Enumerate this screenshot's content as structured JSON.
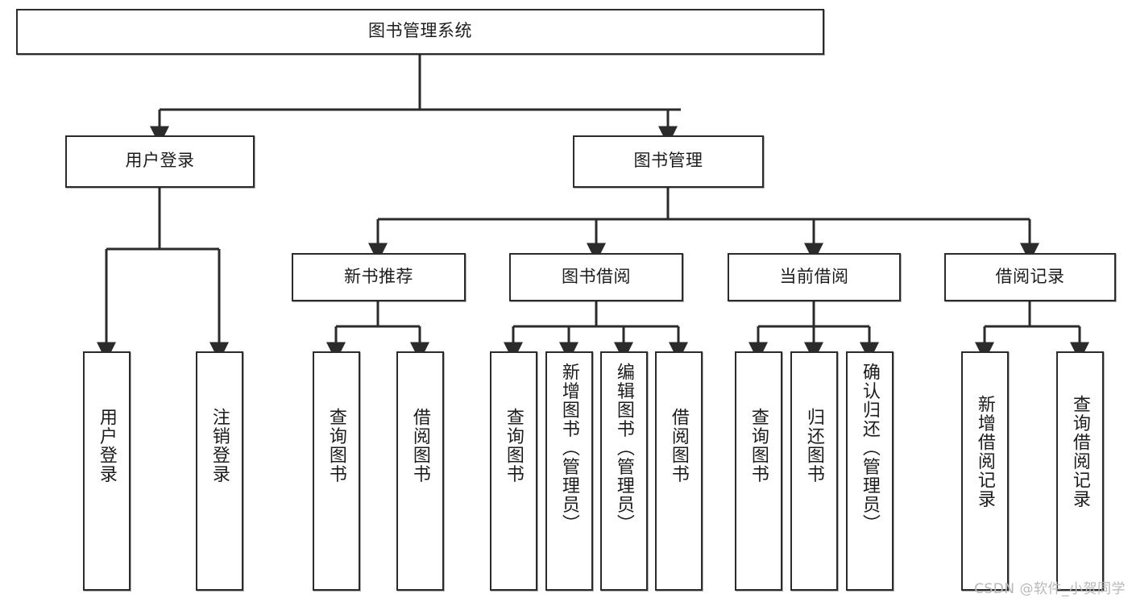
{
  "diagram": {
    "kind": "tree-structure-chart",
    "root": {
      "label": "图书管理系统"
    },
    "level2": [
      {
        "label": "用户登录"
      },
      {
        "label": "图书管理"
      }
    ],
    "level3": [
      {
        "label": "新书推荐"
      },
      {
        "label": "图书借阅"
      },
      {
        "label": "当前借阅"
      },
      {
        "label": "借阅记录"
      }
    ],
    "leaves": {
      "user_login": [
        {
          "label": "用户登录"
        },
        {
          "label": "注销登录"
        }
      ],
      "new_book_recommend": [
        {
          "label": "查询图书"
        },
        {
          "label": "借阅图书"
        }
      ],
      "book_borrow": [
        {
          "label": "查询图书"
        },
        {
          "label": "新增图书（管理员）"
        },
        {
          "label": "编辑图书（管理员）"
        },
        {
          "label": "借阅图书"
        }
      ],
      "current_borrow": [
        {
          "label": "查询图书"
        },
        {
          "label": "归还图书"
        },
        {
          "label": "确认归还（管理员）"
        }
      ],
      "borrow_record": [
        {
          "label": "新增借阅记录"
        },
        {
          "label": "查询借阅记录"
        }
      ]
    }
  },
  "watermark": {
    "text": "CSDN @软件_小贺同学"
  },
  "colors": {
    "box_border": "#2b2b2b",
    "box_fill": "#ffffff",
    "connector": "#2b2b2b",
    "text": "#1c1c1c",
    "watermark": "#b8b8b8",
    "background": "#ffffff"
  }
}
